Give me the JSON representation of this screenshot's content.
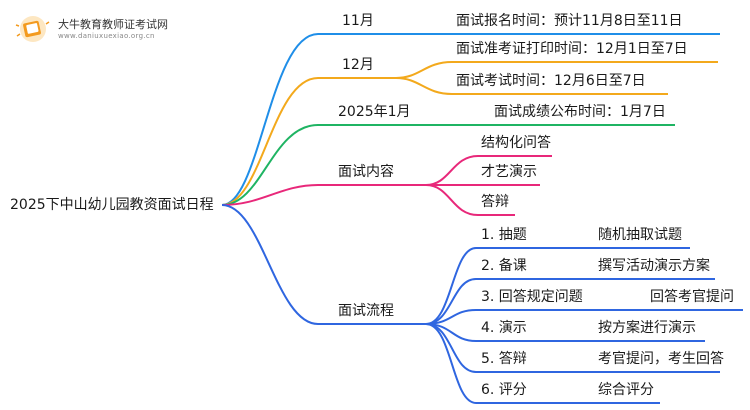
{
  "logo": {
    "name": "大牛教育教师证考试网",
    "url": "www.daniuxuexiao.org.cn"
  },
  "root": "2025下中山幼儿园教资面试日程",
  "colors": {
    "blue": "#1f8ee8",
    "orange": "#f3a91c",
    "green": "#1fb463",
    "pink": "#e8287a",
    "navy": "#2f66e0"
  },
  "branches": {
    "nov": {
      "label": "11月",
      "items": [
        "面试报名时间：预计11月8日至11日"
      ]
    },
    "dec": {
      "label": "12月",
      "items": [
        "面试准考证打印时间：12月1日至7日",
        "面试考试时间：12月6日至7日"
      ]
    },
    "jan": {
      "label": "2025年1月",
      "items": [
        "面试成绩公布时间：1月7日"
      ]
    },
    "content": {
      "label": "面试内容",
      "items": [
        "结构化问答",
        "才艺演示",
        "答辩"
      ]
    },
    "process": {
      "label": "面试流程",
      "steps": [
        {
          "step": "1. 抽题",
          "detail": "随机抽取试题"
        },
        {
          "step": "2. 备课",
          "detail": "撰写活动演示方案"
        },
        {
          "step": "3. 回答规定问题",
          "detail": "回答考官提问"
        },
        {
          "step": "4. 演示",
          "detail": "按方案进行演示"
        },
        {
          "step": "5. 答辩",
          "detail": "考官提问，考生回答"
        },
        {
          "step": "6. 评分",
          "detail": "综合评分"
        }
      ]
    }
  }
}
